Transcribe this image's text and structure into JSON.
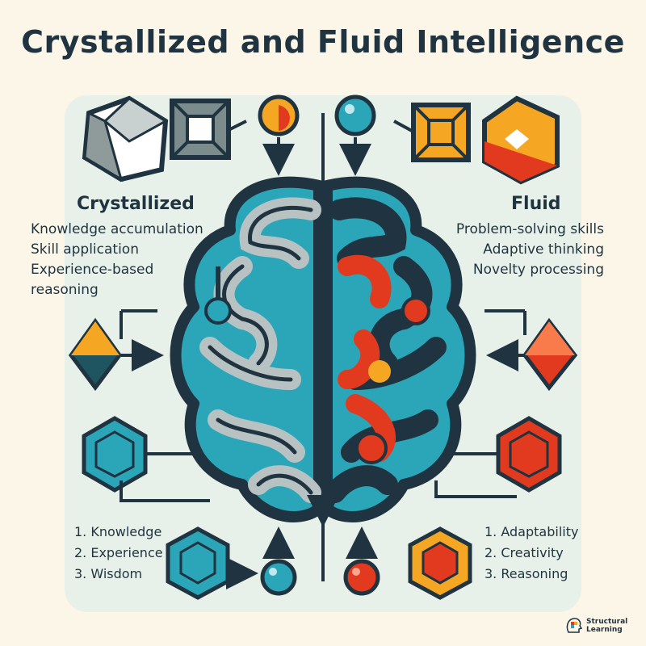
{
  "title": "Crystallized and Fluid Intelligence",
  "crystallized": {
    "heading": "Crystallized",
    "traits": [
      "Knowledge accumulation",
      "Skill application",
      "Experience-based",
      "reasoning"
    ],
    "list": [
      "1. Knowledge",
      "2. Experience",
      "3. Wisdom"
    ]
  },
  "fluid": {
    "heading": "Fluid",
    "traits": [
      "Problem-solving skills",
      "Adaptive thinking",
      "Novelty processing"
    ],
    "list": [
      "1. Adaptability",
      "2. Creativity",
      "3. Reasoning"
    ]
  },
  "logo": {
    "line1": "Structural",
    "line2": "Learning"
  },
  "colors": {
    "teal": "#2aa6b8",
    "navy": "#1f3340",
    "red": "#e23a1e",
    "orange": "#f5a623",
    "grey": "#b8c2c2",
    "panel": "#e8f1e9"
  }
}
